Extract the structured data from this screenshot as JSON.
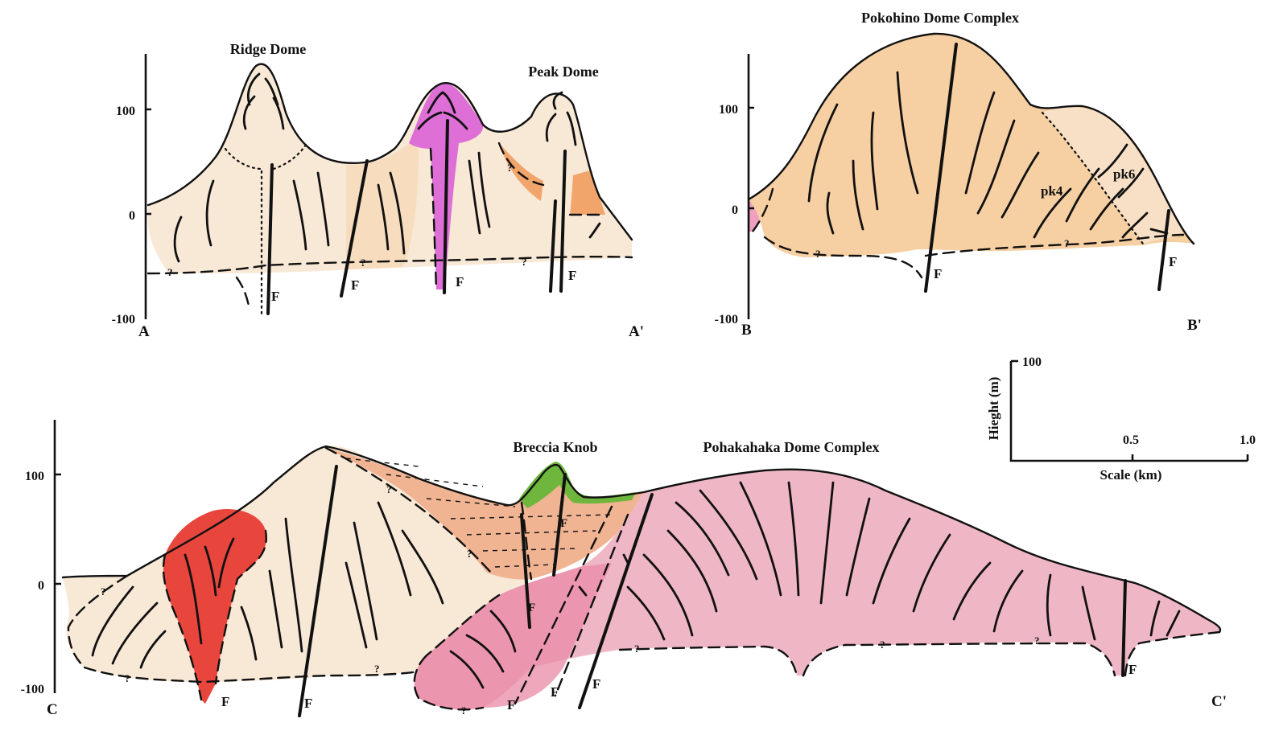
{
  "sections": {
    "aa": {
      "start": "A",
      "end": "A'",
      "ticks": [
        "100",
        "0",
        "-100"
      ],
      "names": [
        "Ridge Dome",
        "Peak Dome"
      ],
      "fault_label": "F",
      "uncertain": "?"
    },
    "bb": {
      "start": "B",
      "end": "B'",
      "ticks": [
        "100",
        "0",
        "-100"
      ],
      "names": [
        "Pokohino Dome Complex"
      ],
      "units": [
        "pk4",
        "pk6"
      ],
      "fault_label": "F",
      "uncertain": "?"
    },
    "cc": {
      "start": "C",
      "end": "C'",
      "ticks": [
        "100",
        "0",
        "-100"
      ],
      "names": [
        "Breccia Knob",
        "Pohakahaka Dome Complex"
      ],
      "fault_label": "F",
      "uncertain": "?"
    }
  },
  "scale_bar": {
    "vertical_label": "Hieght (m)",
    "vertical_value": "100",
    "horizontal_label": "Scale (km)",
    "ticks": [
      "0.5",
      "1.0"
    ]
  },
  "colors": {
    "cream": "#f8e8d6",
    "tan": "#f6cfa2",
    "orange": "#f1a56a",
    "magenta": "#dd6fd6",
    "red": "#e8453d",
    "pink": "#efb7c6",
    "deep_pink": "#e98aa6",
    "green": "#6fb73c",
    "salmon": "#f0b493"
  }
}
